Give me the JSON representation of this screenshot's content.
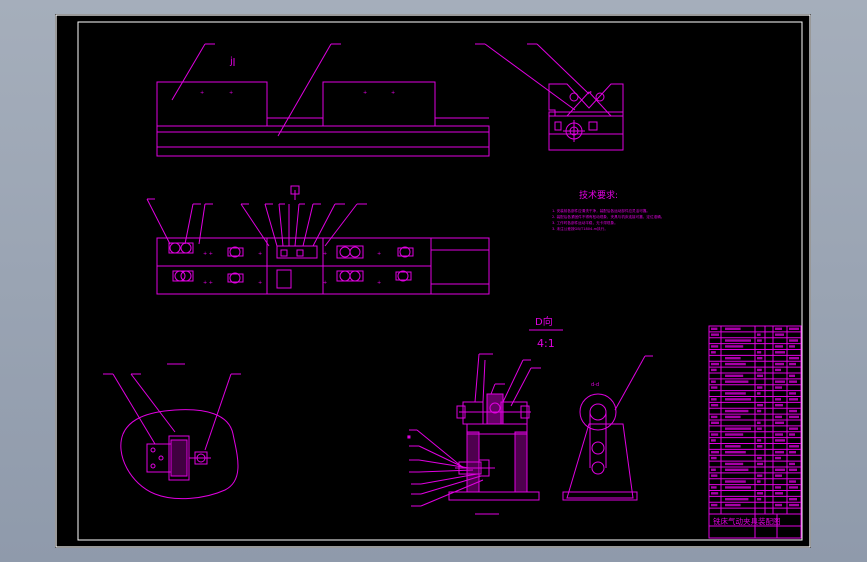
{
  "colors": {
    "background_outer": "#9aa4b3",
    "paper": "#000000",
    "linework": "#e000e0",
    "frame": "#ffffff"
  },
  "drawing": {
    "section_mark_top": "j",
    "tech_requirements": {
      "title": "技术要求:",
      "note_lines": [
        "1. 安装前各部件应清洗干净，装配后各运动部件应灵活可靠。",
        "2. 装配后各紧固件不得有松动现象，夹具与机床连接可靠，定位准确。",
        "3. 工作时各部件运动平稳，无卡滞现象。",
        "3. 未注公差按GB/T1804-m执行。"
      ]
    },
    "view_d": {
      "label": "D向",
      "scale": "4:1"
    },
    "title_block": {
      "title_text": "铣床气动夹具装配图"
    }
  }
}
